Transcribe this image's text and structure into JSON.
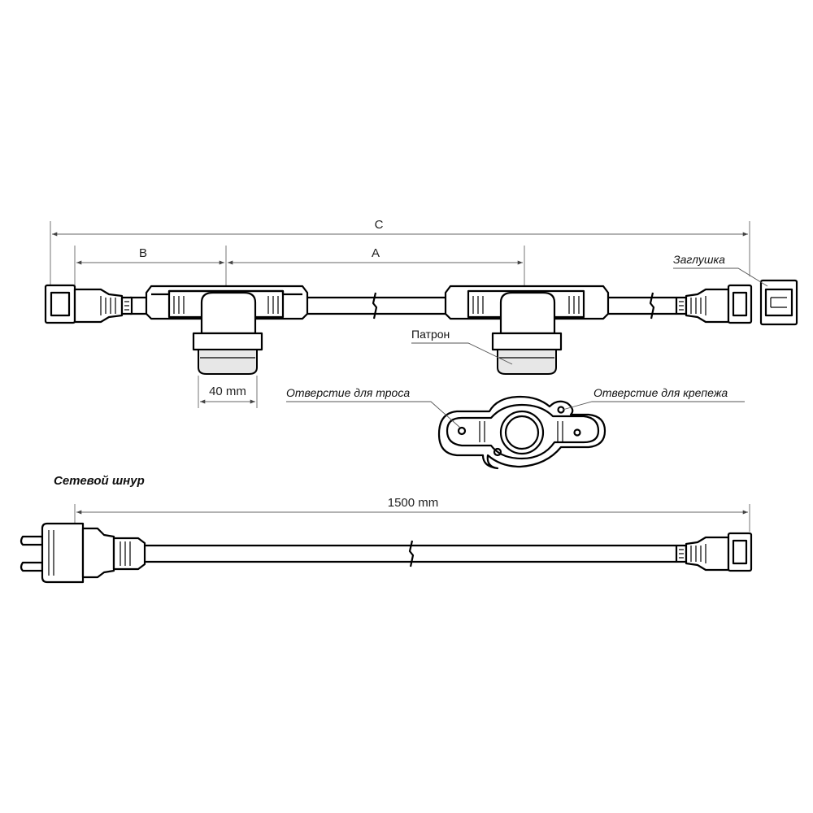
{
  "dimensions": {
    "c": "C",
    "b": "B",
    "a": "A",
    "socket_width": "40 mm",
    "cord_length": "1500 mm"
  },
  "labels": {
    "plug": "Заглушка",
    "socket": "Патрон",
    "cable_hole": "Отверстие для троса",
    "mount_hole": "Отверстие для крепежа",
    "power_cord": "Сетевой шнур"
  },
  "colors": {
    "ink": "#000000",
    "background": "#ffffff"
  }
}
